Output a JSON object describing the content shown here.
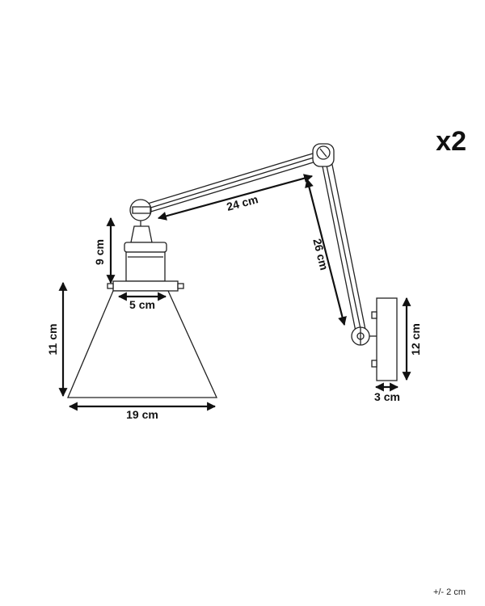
{
  "quantity_label": "x2",
  "tolerance_label": "+/- 2 cm",
  "dimensions": {
    "arm_upper": "24 cm",
    "arm_lower": "26 cm",
    "socket_height": "9 cm",
    "socket_width": "5 cm",
    "shade_height": "11 cm",
    "shade_width": "19 cm",
    "plate_height": "12 cm",
    "plate_depth": "3 cm"
  }
}
